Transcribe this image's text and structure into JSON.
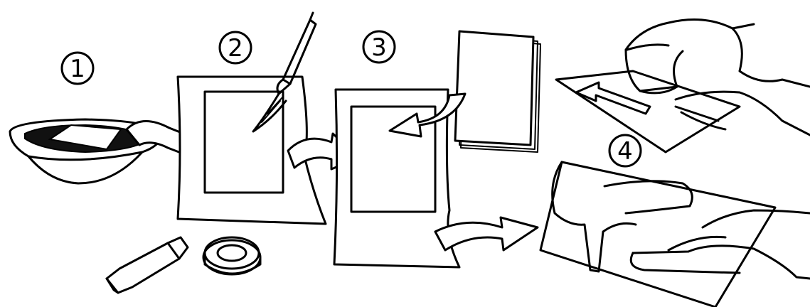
{
  "steps": [
    {
      "number": "1"
    },
    {
      "number": "2"
    },
    {
      "number": "3"
    },
    {
      "number": "4"
    }
  ],
  "colors": {
    "ink": "#000000",
    "paper": "#ffffff",
    "liquid": "#111111"
  }
}
